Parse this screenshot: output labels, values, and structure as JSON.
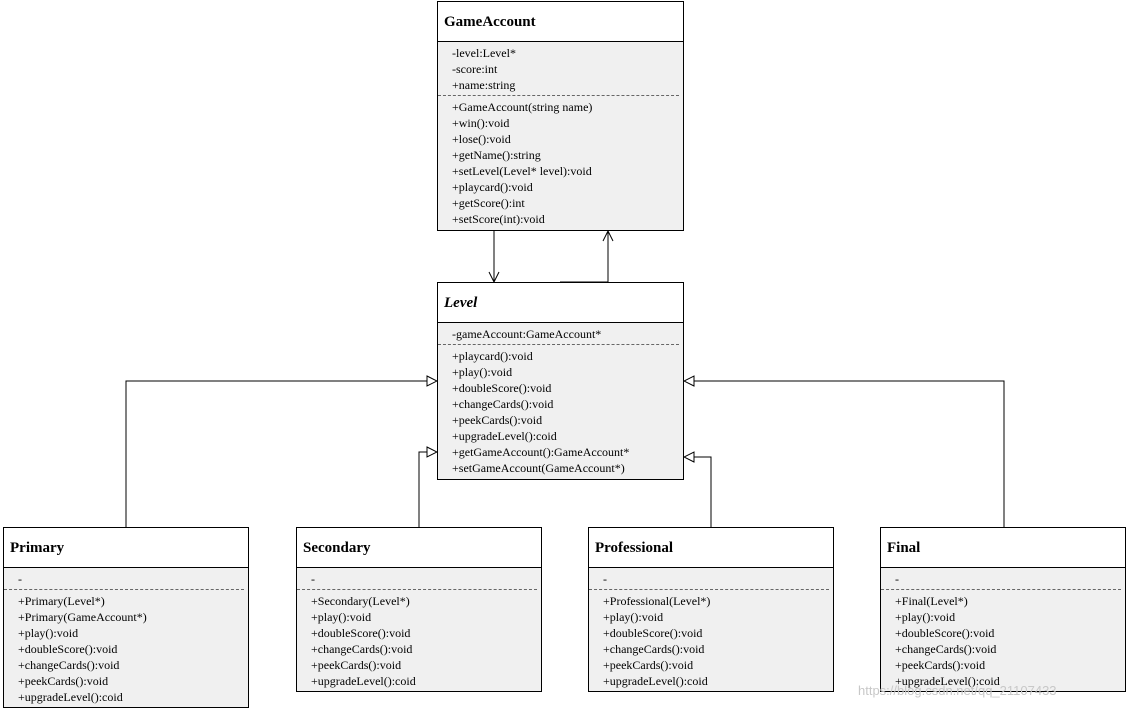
{
  "classes": {
    "gameaccount": {
      "name": "GameAccount",
      "attributes": [
        "-level:Level*",
        "-score:int",
        "+name:string"
      ],
      "methods": [
        "+GameAccount(string name)",
        "+win():void",
        "+lose():void",
        "+getName():string",
        "+setLevel(Level* level):void",
        "+playcard():void",
        "+getScore():int",
        "+setScore(int):void"
      ]
    },
    "level": {
      "name": "Level",
      "attributes": [
        "-gameAccount:GameAccount*"
      ],
      "methods": [
        "+playcard():void",
        "+play():void",
        "+doubleScore():void",
        "+changeCards():void",
        "+peekCards():void",
        "+upgradeLevel():coid",
        "+getGameAccount():GameAccount*",
        "+setGameAccount(GameAccount*)"
      ]
    },
    "primary": {
      "name": "Primary",
      "attributes": [
        "-"
      ],
      "methods": [
        "+Primary(Level*)",
        "+Primary(GameAccount*)",
        "+play():void",
        "+doubleScore():void",
        "+changeCards():void",
        "+peekCards():void",
        "+upgradeLevel():coid"
      ]
    },
    "secondary": {
      "name": "Secondary",
      "attributes": [
        "-"
      ],
      "methods": [
        "+Secondary(Level*)",
        "+play():void",
        "+doubleScore():void",
        "+changeCards():void",
        "+peekCards():void",
        "+upgradeLevel():coid"
      ]
    },
    "professional": {
      "name": "Professional",
      "attributes": [
        "-"
      ],
      "methods": [
        "+Professional(Level*)",
        "+play():void",
        "+doubleScore():void",
        "+changeCards():void",
        "+peekCards():void",
        "+upgradeLevel():coid"
      ]
    },
    "final": {
      "name": "Final",
      "attributes": [
        "-"
      ],
      "methods": [
        "+Final(Level*)",
        "+play():void",
        "+doubleScore():void",
        "+changeCards():void",
        "+peekCards():void",
        "+upgradeLevel():coid"
      ]
    }
  },
  "watermark": "https://blog.csdn.net/qq_21107433",
  "colors": {
    "body": "#f0f0f0",
    "line": "#000000"
  }
}
